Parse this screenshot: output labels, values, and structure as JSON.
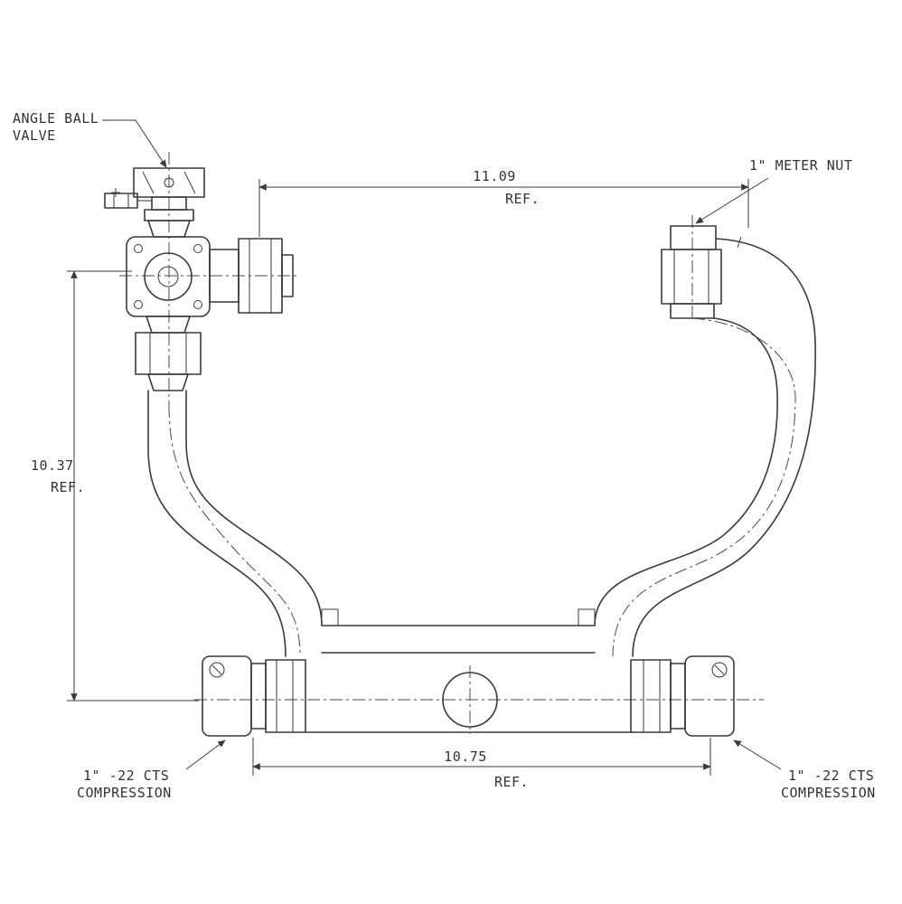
{
  "drawing": {
    "type": "technical-line-drawing",
    "subject": "Angle ball valve meter setter assembly",
    "background_color": "#ffffff",
    "line_color": "#3a3a3a"
  },
  "callouts": {
    "angle_ball_valve": {
      "line1": "ANGLE BALL",
      "line2": "VALVE"
    },
    "meter_nut": {
      "label": "1\" METER NUT"
    },
    "compression_left": {
      "line1": "1\" -22 CTS",
      "line2": "COMPRESSION"
    },
    "compression_right": {
      "line1": "1\" -22 CTS",
      "line2": "COMPRESSION"
    }
  },
  "dimensions": {
    "top_width": {
      "value": "11.09",
      "ref": "REF."
    },
    "left_height": {
      "value": "10.37",
      "ref": "REF."
    },
    "bottom_width": {
      "value": "10.75",
      "ref": "REF."
    }
  }
}
